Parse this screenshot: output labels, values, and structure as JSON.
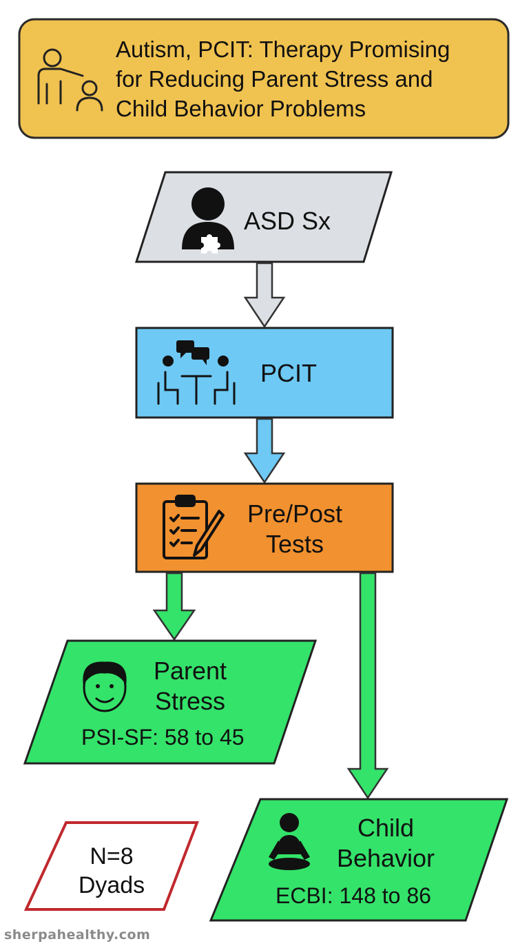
{
  "header": {
    "lines": [
      "Autism, PCIT: Therapy Promising",
      "for Reducing Parent Stress and",
      "Child Behavior Problems"
    ],
    "icon": "teacher-child-icon",
    "color": "#f0c24f"
  },
  "nodes": {
    "asd": {
      "label": "ASD Sx",
      "icon": "child-puzzle-icon",
      "color": "#dcdfe4"
    },
    "pcit": {
      "label": "PCIT",
      "icon": "therapy-session-icon",
      "color": "#6ec9f5"
    },
    "tests": {
      "lines": [
        "Pre/Post",
        "Tests"
      ],
      "icon": "clipboard-checklist-icon",
      "color": "#f2912f"
    },
    "parent": {
      "lines": [
        "Parent",
        "Stress"
      ],
      "metric": "PSI-SF: 58 to 45",
      "icon": "parent-face-icon",
      "color": "#34e36a"
    },
    "child": {
      "lines": [
        "Child",
        "Behavior"
      ],
      "metric": "ECBI: 148 to 86",
      "icon": "child-meditating-icon",
      "color": "#34e36a"
    },
    "sample": {
      "lines": [
        "N=8",
        "Dyads"
      ],
      "border_color": "#c0282d"
    }
  },
  "watermark": "sherpahealthy.com"
}
